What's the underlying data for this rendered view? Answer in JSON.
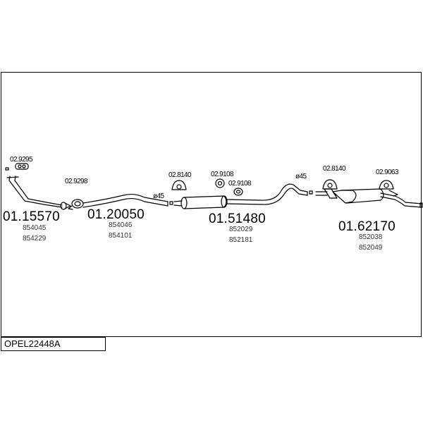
{
  "title": "OPEL22448A",
  "parts": [
    {
      "number": "01.15570",
      "codes": [
        "854045",
        "854229"
      ]
    },
    {
      "number": "01.20050",
      "codes": [
        "854046",
        "854101"
      ]
    },
    {
      "number": "01.51480",
      "codes": [
        "852029",
        "852181"
      ]
    },
    {
      "number": "01.62170",
      "codes": [
        "852038",
        "852049"
      ]
    }
  ],
  "fittings": [
    "02.9295",
    "02.9298",
    "02.8140",
    "02.9108",
    "02.9108",
    "02.8140",
    "02.9063"
  ],
  "diameters": [
    "ø45",
    "ø45"
  ],
  "colors": {
    "line": "#000000",
    "background": "#ffffff",
    "sublabel": "#333333"
  }
}
